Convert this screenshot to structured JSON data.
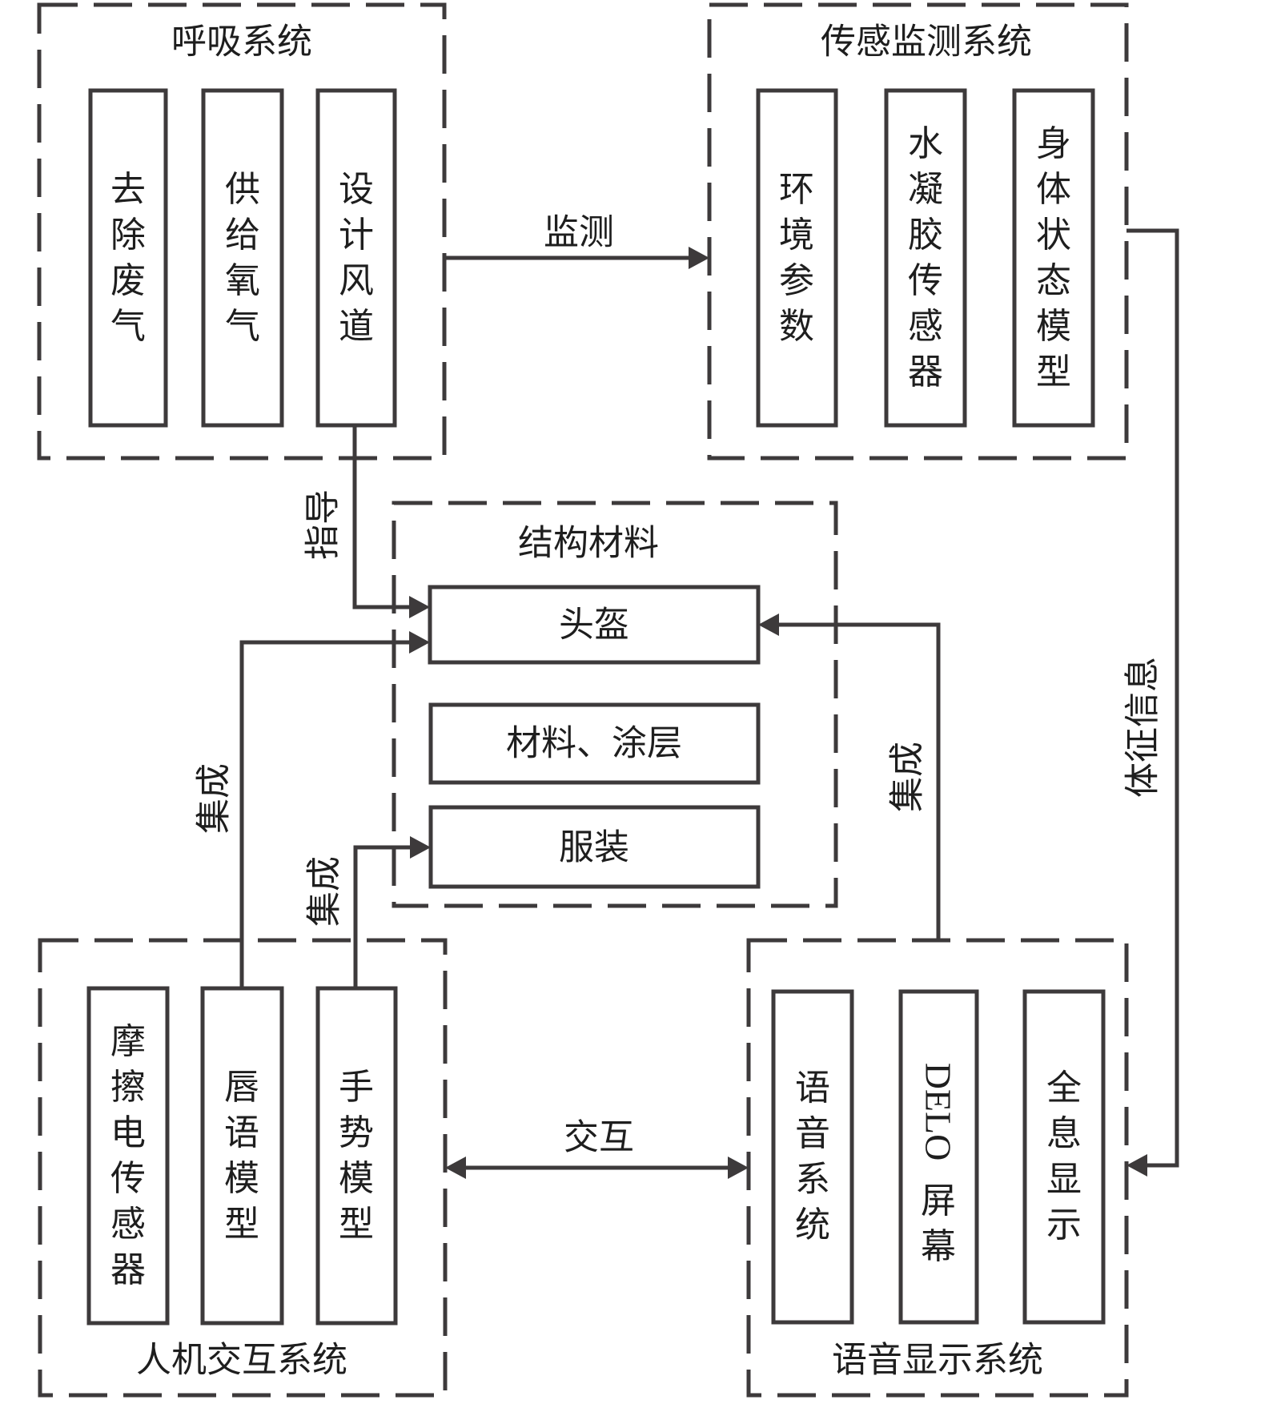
{
  "diagram": {
    "groups": {
      "respiration": {
        "title": "呼吸系统",
        "items": [
          "去除废气",
          "供给氧气",
          "设计风道"
        ]
      },
      "sensing": {
        "title": "传感监测系统",
        "items": [
          "环境参数",
          "水凝胶传感器",
          "身体状态模型"
        ]
      },
      "materials": {
        "title": "结构材料",
        "items": [
          "头盔",
          "材料、涂层",
          "服装"
        ]
      },
      "hci": {
        "title": "人机交互系统",
        "items": [
          "摩擦电传感器",
          "唇语模型",
          "手势模型"
        ]
      },
      "voice_display": {
        "title": "语音显示系统",
        "items": [
          "语音系统",
          "DELO屏幕",
          "全息显示"
        ]
      }
    },
    "connections": [
      {
        "id": "monitor",
        "from": "respiration",
        "to": "sensing",
        "label": "监测",
        "direction": "forward"
      },
      {
        "id": "guide",
        "from": "respiration.设计风道",
        "to": "materials.头盔",
        "label": "指导",
        "direction": "forward"
      },
      {
        "id": "integrate-lip",
        "from": "hci.唇语模型",
        "to": "materials.头盔",
        "label": "集成",
        "direction": "forward"
      },
      {
        "id": "integrate-gesture",
        "from": "hci.手势模型",
        "to": "materials.服装",
        "label": "集成",
        "direction": "forward"
      },
      {
        "id": "integrate-display",
        "from": "voice_display",
        "to": "materials.头盔",
        "label": "集成",
        "direction": "forward"
      },
      {
        "id": "vital-signs",
        "from": "sensing.身体状态模型",
        "to": "voice_display",
        "label": "体征信息",
        "direction": "forward"
      },
      {
        "id": "interaction",
        "from": "hci",
        "to": "voice_display",
        "label": "交互",
        "direction": "bidirectional"
      }
    ],
    "delo_latin": "DELO",
    "delo_cjk": "屏幕"
  }
}
